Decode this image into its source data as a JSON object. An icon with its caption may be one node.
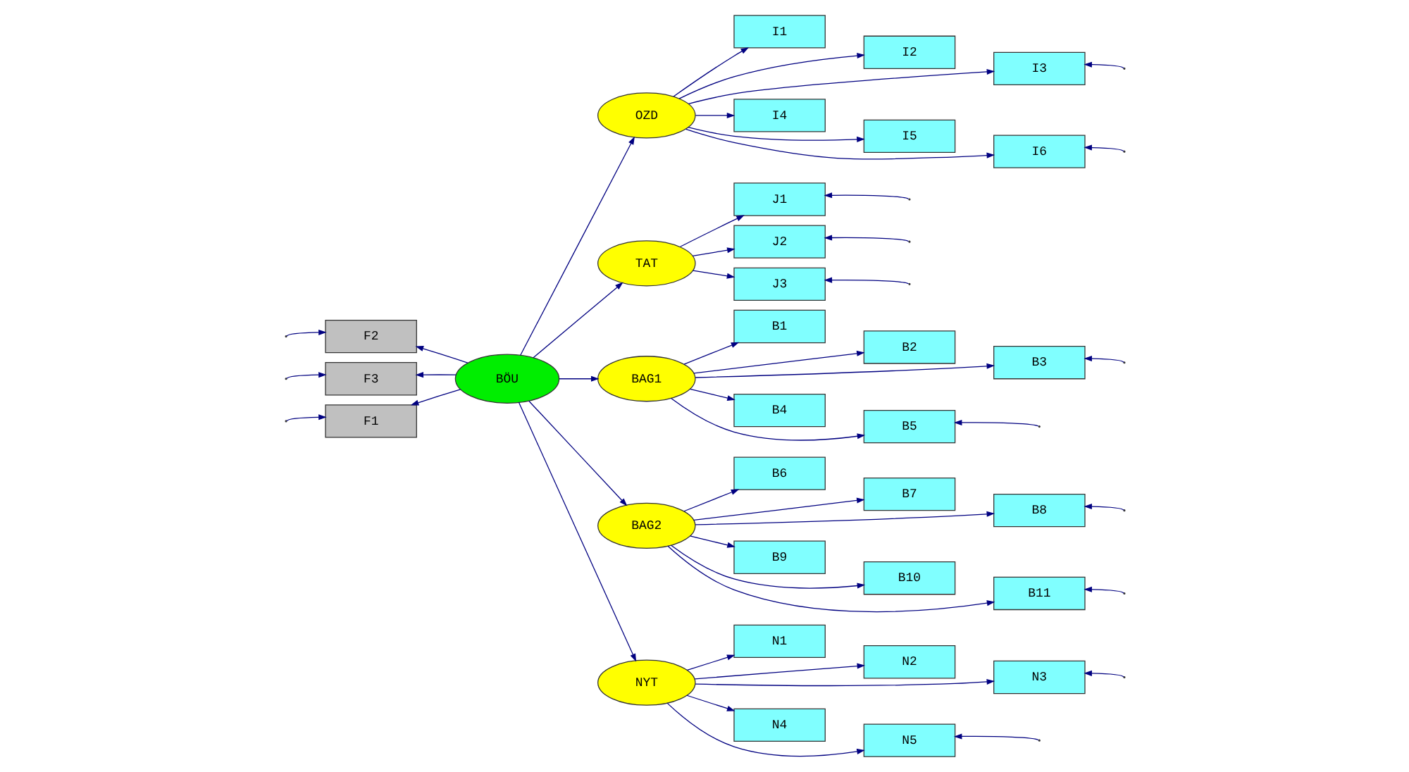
{
  "diagram": {
    "nodes": [
      {
        "text": [
          "F1"
        ]
      },
      {
        "text": [
          "F2"
        ]
      },
      {
        "text": [
          "F3"
        ]
      },
      {
        "text": [
          "BÖU"
        ]
      },
      {
        "text": [
          "OZD"
        ]
      },
      {
        "text": [
          "I1"
        ]
      },
      {
        "text": [
          "I2"
        ]
      },
      {
        "text": [
          "I3"
        ]
      },
      {
        "text": [
          "I4"
        ]
      },
      {
        "text": [
          "I5"
        ]
      },
      {
        "text": [
          "I6"
        ]
      },
      {
        "text": [
          "TAT"
        ]
      },
      {
        "text": [
          "J1"
        ]
      },
      {
        "text": [
          "J2"
        ]
      },
      {
        "text": [
          "J3"
        ]
      },
      {
        "text": [
          "BAG1"
        ]
      },
      {
        "text": [
          "B1"
        ]
      },
      {
        "text": [
          "B2"
        ]
      },
      {
        "text": [
          "B3"
        ]
      },
      {
        "text": [
          "B4"
        ]
      },
      {
        "text": [
          "B5"
        ]
      },
      {
        "text": [
          "BAG2"
        ]
      },
      {
        "text": [
          "B6"
        ]
      },
      {
        "text": [
          "B7"
        ]
      },
      {
        "text": [
          "B8"
        ]
      },
      {
        "text": [
          "B9"
        ]
      },
      {
        "text": [
          "B10"
        ]
      },
      {
        "text": [
          "B11"
        ]
      },
      {
        "text": [
          "NYT"
        ]
      },
      {
        "text": [
          "N1"
        ]
      },
      {
        "text": [
          "N2"
        ]
      },
      {
        "text": [
          "N3"
        ]
      },
      {
        "text": [
          "N4"
        ]
      },
      {
        "text": [
          "N5"
        ]
      }
    ],
    "edges": [
      {
        "from": 3,
        "to": 0,
        "arrow": "to"
      },
      {
        "from": 3,
        "to": 1,
        "arrow": "to"
      },
      {
        "from": 3,
        "to": 2,
        "arrow": "to"
      },
      {
        "from": 3,
        "to": 4,
        "arrow": "to"
      },
      {
        "from": 3,
        "to": 11,
        "arrow": "to"
      },
      {
        "from": 3,
        "to": 15,
        "arrow": "to"
      },
      {
        "from": 3,
        "to": 21,
        "arrow": "to"
      },
      {
        "from": 3,
        "to": 28,
        "arrow": "to"
      },
      {
        "from": 4,
        "to": 5,
        "arrow": "to"
      },
      {
        "from": 4,
        "to": 6,
        "arrow": "to"
      },
      {
        "from": 4,
        "to": 7,
        "arrow": "to"
      },
      {
        "from": 4,
        "to": 8,
        "arrow": "to"
      },
      {
        "from": 4,
        "to": 9,
        "arrow": "to"
      },
      {
        "from": 4,
        "to": 10,
        "arrow": "to"
      },
      {
        "from": 11,
        "to": 12,
        "arrow": "to"
      },
      {
        "from": 11,
        "to": 13,
        "arrow": "to"
      },
      {
        "from": 11,
        "to": 14,
        "arrow": "to"
      },
      {
        "from": 15,
        "to": 16,
        "arrow": "to"
      },
      {
        "from": 15,
        "to": 17,
        "arrow": "to"
      },
      {
        "from": 15,
        "to": 18,
        "arrow": "to"
      },
      {
        "from": 15,
        "to": 19,
        "arrow": "to"
      },
      {
        "from": 15,
        "to": 20,
        "arrow": "to"
      },
      {
        "from": 21,
        "to": 22,
        "arrow": "to"
      },
      {
        "from": 21,
        "to": 23,
        "arrow": "to"
      },
      {
        "from": 21,
        "to": 24,
        "arrow": "to"
      },
      {
        "from": 21,
        "to": 25,
        "arrow": "to"
      },
      {
        "from": 21,
        "to": 26,
        "arrow": "to"
      },
      {
        "from": 21,
        "to": 27,
        "arrow": "to"
      },
      {
        "from": 28,
        "to": 29,
        "arrow": "to"
      },
      {
        "from": 28,
        "to": 30,
        "arrow": "to"
      },
      {
        "from": 28,
        "to": 31,
        "arrow": "to"
      },
      {
        "from": 28,
        "to": 32,
        "arrow": "to"
      },
      {
        "from": 28,
        "to": 33,
        "arrow": "to"
      },
      {
        "from": null,
        "to": 0,
        "arrow": "to"
      },
      {
        "from": null,
        "to": 1,
        "arrow": "to"
      },
      {
        "from": null,
        "to": 2,
        "arrow": "to"
      },
      {
        "from": null,
        "to": 7,
        "arrow": "to"
      },
      {
        "from": null,
        "to": 10,
        "arrow": "to"
      },
      {
        "from": null,
        "to": 12,
        "arrow": "to"
      },
      {
        "from": null,
        "to": 13,
        "arrow": "to"
      },
      {
        "from": null,
        "to": 14,
        "arrow": "to"
      },
      {
        "from": null,
        "to": 18,
        "arrow": "to"
      },
      {
        "from": null,
        "to": 20,
        "arrow": "to"
      },
      {
        "from": null,
        "to": 24,
        "arrow": "to"
      },
      {
        "from": null,
        "to": 27,
        "arrow": "to"
      },
      {
        "from": null,
        "to": 31,
        "arrow": "to"
      },
      {
        "from": null,
        "to": 33,
        "arrow": "to"
      }
    ]
  }
}
